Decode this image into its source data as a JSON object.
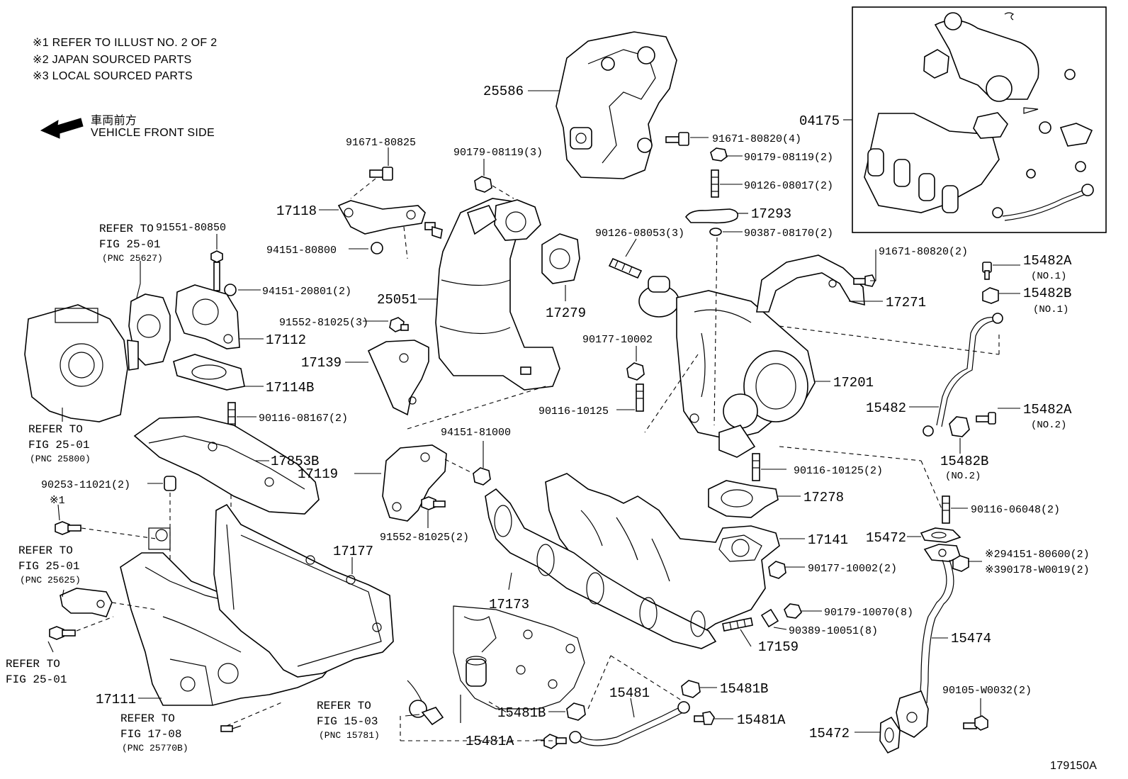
{
  "notes": [
    "※1 REFER TO ILLUST NO. 2 OF 2",
    "※2 JAPAN SOURCED PARTS",
    "※3 LOCAL SOURCED PARTS"
  ],
  "direction": {
    "jp": "車両前方",
    "en": "VEHICLE FRONT SIDE"
  },
  "figure_id": "179150A",
  "inset_label": "04175",
  "labels": {
    "p25586": "25586",
    "p91671_80825": "91671-80825",
    "p90179_08119_3": "90179-08119(3)",
    "p17118": "17118",
    "p94151_80800": "94151-80800",
    "p25051": "25051",
    "p17279": "17279",
    "p91552_81025_3": "91552-81025(3)",
    "p17139": "17139",
    "p91671_80820_4": "91671-80820(4)",
    "p90179_08119_2": "90179-08119(2)",
    "p90126_08017_2": "90126-08017(2)",
    "p17293": "17293",
    "p90387_08170_2": "90387-08170(2)",
    "p90126_08053_3": "90126-08053(3)",
    "p91671_80820_2": "91671-80820(2)",
    "p17271": "17271",
    "p15482a": "15482A",
    "p15482a_no1": "(NO.1)",
    "p15482b": "15482B",
    "p15482b_no1": "(NO.1)",
    "p90177_10002": "90177-10002",
    "p17201": "17201",
    "p90116_10125": "90116-10125",
    "p15482": "15482",
    "p15482a_2": "15482A",
    "p15482a_no2": "(NO.2)",
    "p15482b_2": "15482B",
    "p15482b_no2": "(NO.2)",
    "p91551_80850": "91551-80850",
    "p94151_20801_2": "94151-20801(2)",
    "p17112": "17112",
    "p17114b": "17114B",
    "p90116_08167_2": "90116-08167(2)",
    "p17853b": "17853B",
    "p94151_81000": "94151-81000",
    "p17119": "17119",
    "p91552_81025_2": "91552-81025(2)",
    "p90116_10125_2": "90116-10125(2)",
    "p17278": "17278",
    "p90116_06048_2": "90116-06048(2)",
    "p90253_11021_2": "90253-11021(2)",
    "p17177": "17177",
    "p17173": "17173",
    "p17141": "17141",
    "p15472": "15472",
    "p90177_10002_2": "90177-10002(2)",
    "p94151_80600_2": "※294151-80600(2)",
    "p90178_w0019_2": "※390178-W0019(2)",
    "p90179_10070_8": "90179-10070(8)",
    "p90389_10051_8": "90389-10051(8)",
    "p17159": "17159",
    "p15474": "15474",
    "p15481": "15481",
    "p15481b": "15481B",
    "p15481b_2": "15481B",
    "p15481a": "15481A",
    "p15481a_2": "15481A",
    "p90105_w0032_2": "90105-W0032(2)",
    "p15472_2": "15472",
    "p17111": "17111",
    "ref_star1": "※1",
    "ref_fig2501_a": [
      "REFER TO",
      "FIG 25-01",
      "(PNC 25627)"
    ],
    "ref_fig2501_b": [
      "REFER TO",
      "FIG 25-01",
      "(PNC 25800)"
    ],
    "ref_fig2501_c": [
      "REFER TO",
      "FIG 25-01",
      "(PNC 25625)"
    ],
    "ref_fig2501_d": [
      "REFER TO",
      "FIG 25-01"
    ],
    "ref_fig1708": [
      "REFER TO",
      "FIG 17-08",
      "(PNC 25770B)"
    ],
    "ref_fig1503": [
      "REFER TO",
      "FIG 15-03",
      "(PNC 15781)"
    ]
  }
}
